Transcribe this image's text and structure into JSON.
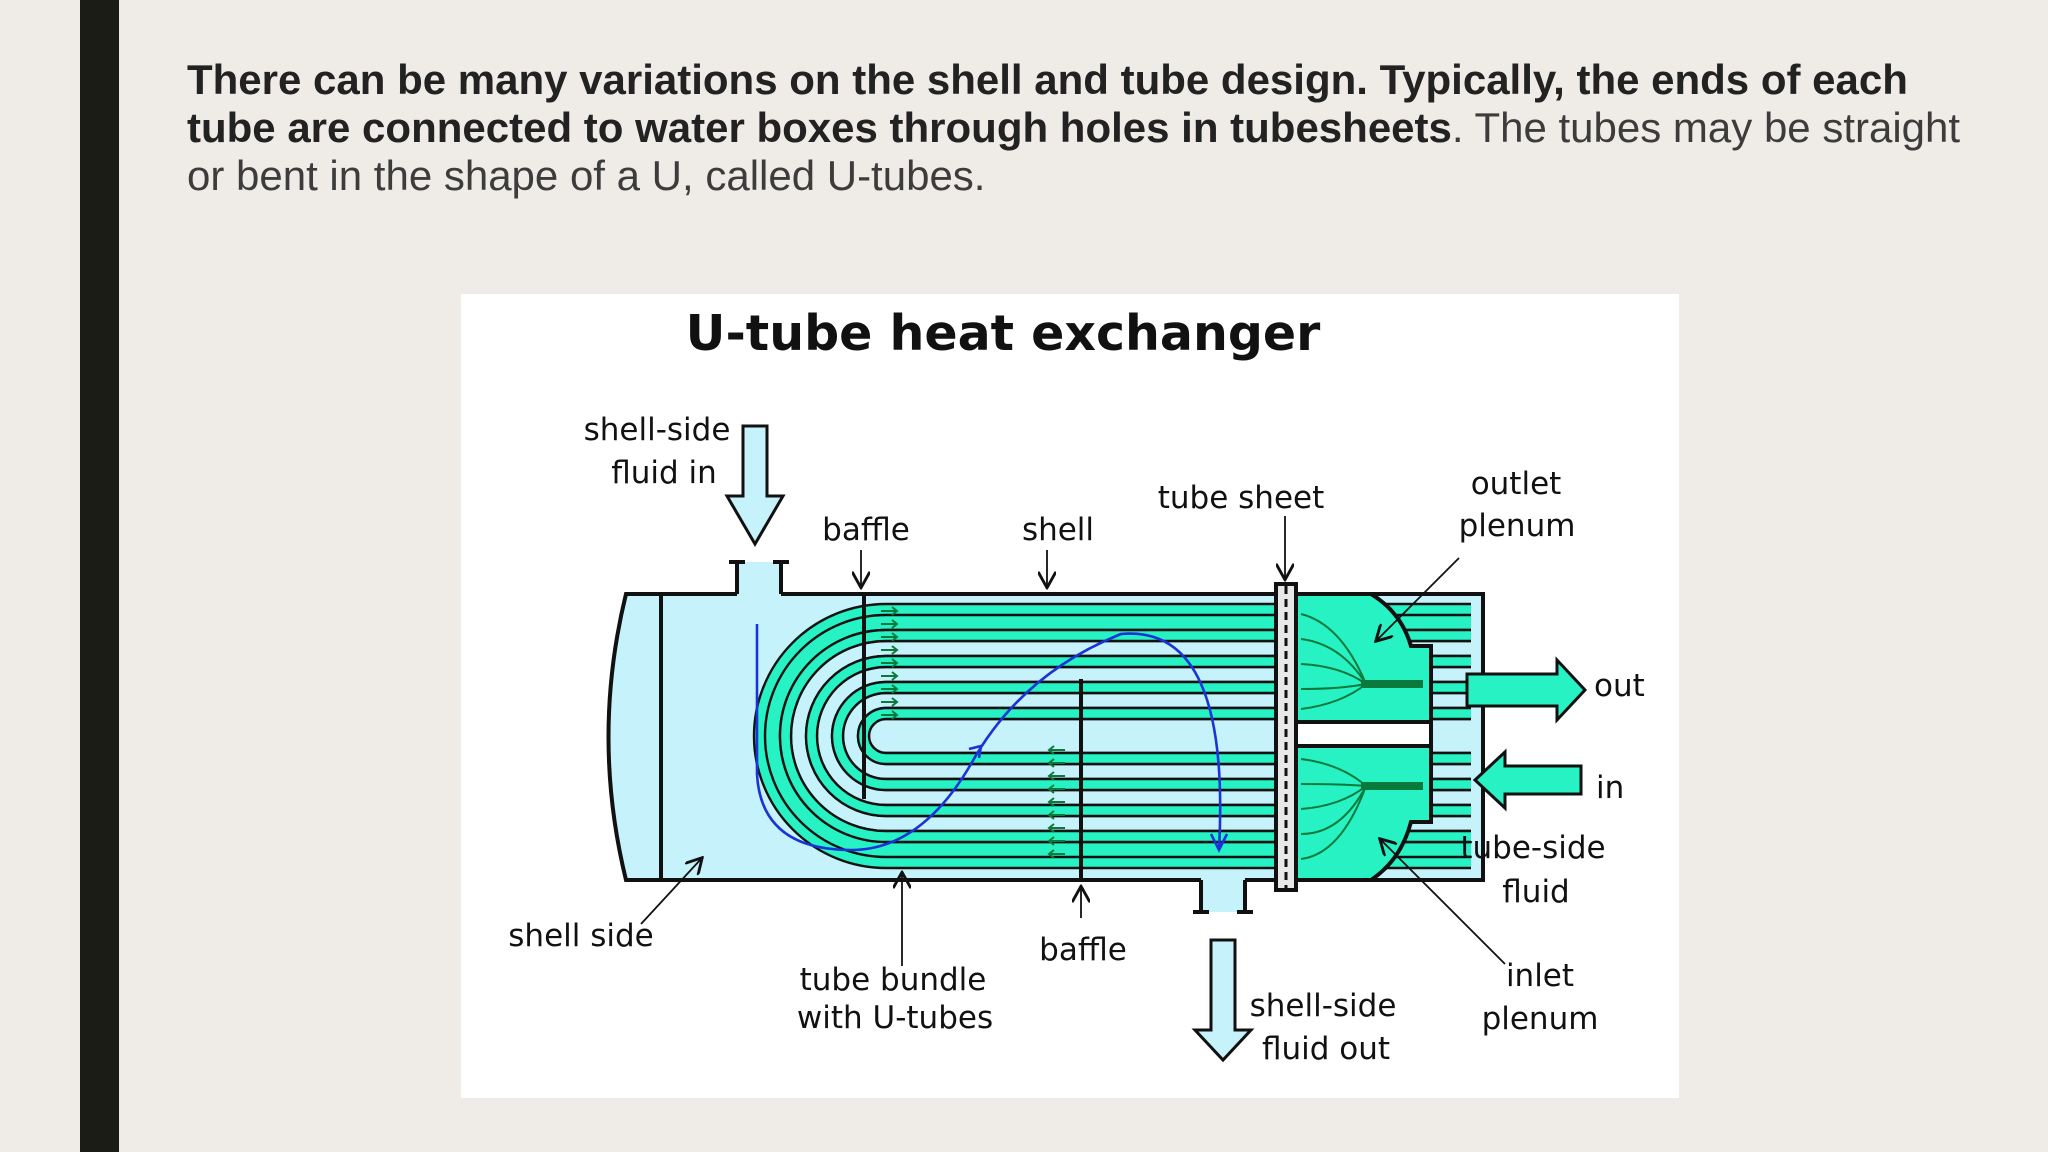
{
  "slide": {
    "text_bold": "There can be many variations on the shell and tube design. Typically, the ends of each tube are connected to water boxes through holes in tubesheets",
    "text_regular": ". The tubes may be straight or bent in the shape of a U, called U-tubes."
  },
  "figure": {
    "title": "U-tube heat exchanger",
    "labels": {
      "shell_side_fluid_in_1": "shell-side",
      "shell_side_fluid_in_2": "fluid in",
      "baffle_top": "baffle",
      "shell": "shell",
      "tube_sheet": "tube sheet",
      "outlet_plenum_1": "outlet",
      "outlet_plenum_2": "plenum",
      "out": "out",
      "in": "in",
      "tube_side_fluid_1": "tube-side",
      "tube_side_fluid_2": "fluid",
      "inlet_plenum_1": "inlet",
      "inlet_plenum_2": "plenum",
      "shell_side_fluid_out_1": "shell-side",
      "shell_side_fluid_out_2": "fluid out",
      "baffle_bottom": "baffle",
      "tube_bundle_1": "tube bundle",
      "tube_bundle_2": "with U-tubes",
      "shell_side": "shell side"
    },
    "colors": {
      "tube_fluid": "#26f2c4",
      "shell_fluid": "#c6f2fb",
      "flow_path": "#1a33d9",
      "dark_arrow": "#0a7a3c"
    }
  }
}
